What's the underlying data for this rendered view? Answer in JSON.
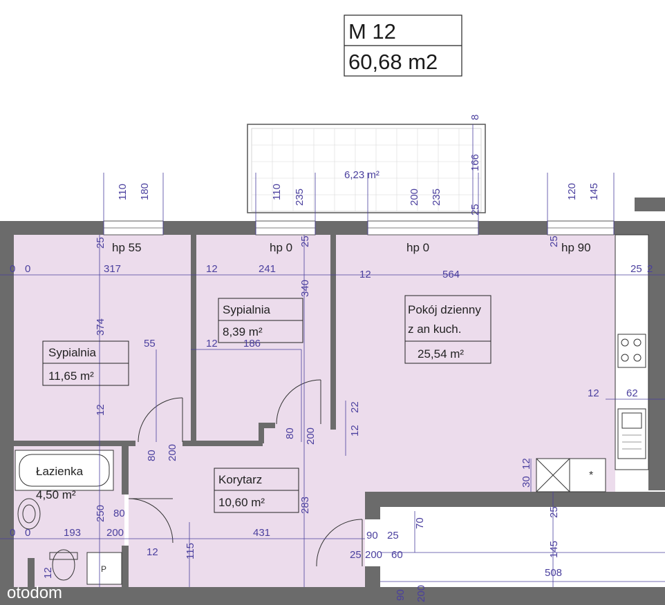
{
  "apartment": {
    "unit": "M 12",
    "area": "60,68 m2"
  },
  "balcony": {
    "area": "6,23 m²",
    "dims": [
      "8",
      "166",
      "25"
    ]
  },
  "top_dims": [
    "110",
    "180",
    "110",
    "235",
    "200",
    "235",
    "120",
    "145"
  ],
  "heights": [
    "hp 55",
    "hp 0",
    "hp 0",
    "hp 90"
  ],
  "rooms": {
    "bedroom1": {
      "name": "Sypialnia",
      "area": "11,65 m²"
    },
    "bedroom2": {
      "name": "Sypialnia",
      "area": "8,39 m²"
    },
    "living": {
      "name_line1": "Pokój dzienny",
      "name_line2": "z an kuch.",
      "area": "25,54 m²"
    },
    "bathroom": {
      "name": "Łazienka",
      "area": "4,50 m²"
    },
    "corridor": {
      "name": "Korytarz",
      "area": "10,60 m²"
    }
  },
  "dims": {
    "d_0a": "0",
    "d_0b": "0",
    "d_317": "317",
    "d_12a": "12",
    "d_241": "241",
    "d_12b": "12",
    "d_564": "564",
    "d_25a": "25",
    "d_25b": "25",
    "d_25c": "25",
    "d_25d": "25",
    "d_2": "2",
    "d_374": "374",
    "d_340": "340",
    "d_55": "55",
    "d_12c": "12",
    "d_186": "186",
    "d_12d": "12",
    "d_22": "22",
    "d_12e": "12",
    "d_12f": "12",
    "d_62": "62",
    "d_80a": "80",
    "d_200a": "200",
    "d_80b": "80",
    "d_200b": "200",
    "d_12g": "12",
    "d_30": "30",
    "d_250": "250",
    "d_80c": "80",
    "d_200c": "200",
    "d_283": "283",
    "d_70": "70",
    "d_25e": "25",
    "d_0c": "0",
    "d_0d": "0",
    "d_193": "193",
    "d_431": "431",
    "d_90": "90",
    "d_25f": "25",
    "d_12h": "12",
    "d_115": "115",
    "d_25g": "25",
    "d_200d": "200",
    "d_60": "60",
    "d_145": "145",
    "d_508": "508",
    "d_12i": "12",
    "d_90b": "90",
    "d_200e": "200",
    "d_p": "P"
  },
  "watermark": "otodom"
}
